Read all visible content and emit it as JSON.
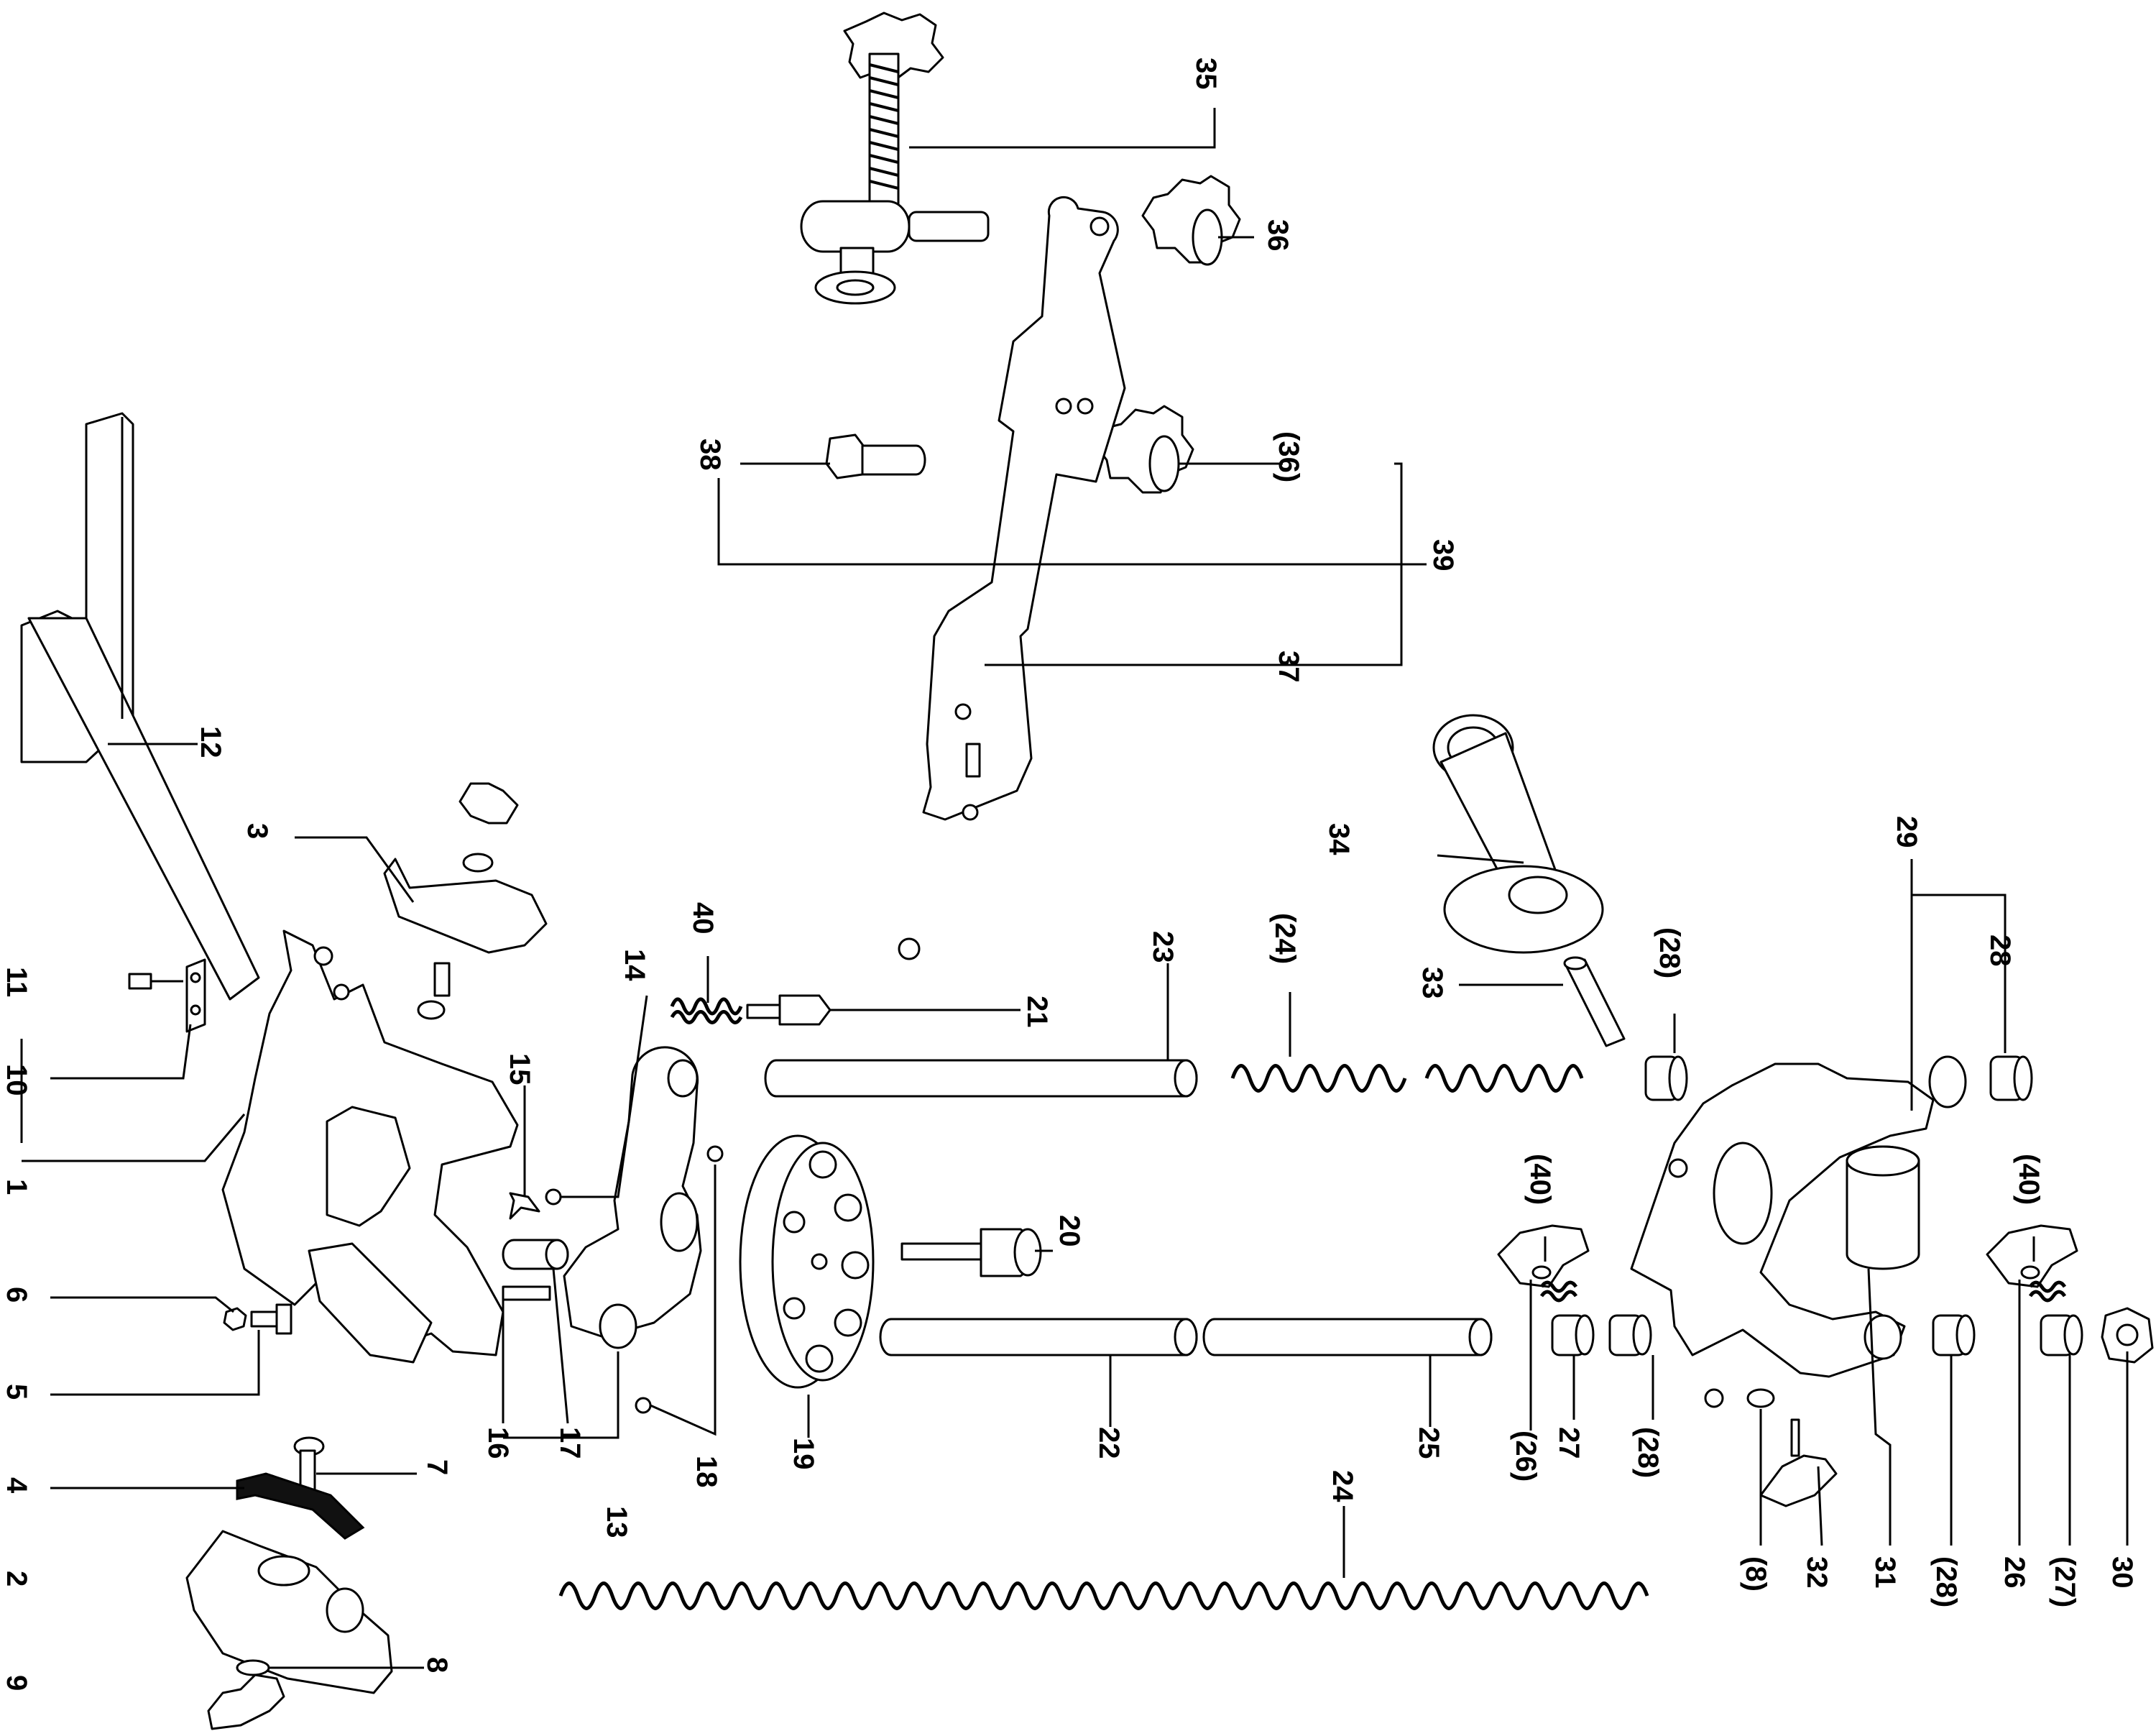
{
  "callouts": {
    "c1": "1",
    "c2": "2",
    "c3": "3",
    "c4": "4",
    "c5": "5",
    "c6": "6",
    "c7": "7",
    "c8": "8",
    "c8p": "(8)",
    "c9": "9",
    "c10": "10",
    "c11": "11",
    "c12": "12",
    "c13": "13",
    "c14": "14",
    "c15": "15",
    "c16": "16",
    "c17": "17",
    "c18": "18",
    "c19": "19",
    "c20": "20",
    "c21": "21",
    "c22": "22",
    "c23": "23",
    "c24": "24",
    "c24p": "(24)",
    "c25": "25",
    "c26": "26",
    "c26p": "(26)",
    "c27": "27",
    "c27p": "(27)",
    "c28": "28",
    "c28p_a": "(28)",
    "c28p_b": "(28)",
    "c28p_c": "(28)",
    "c29": "29",
    "c30": "30",
    "c31": "31",
    "c32": "32",
    "c33": "33",
    "c34": "34",
    "c35": "35",
    "c36": "36",
    "c36p": "(36)",
    "c37": "37",
    "c38": "38",
    "c39": "39",
    "c40": "40",
    "c40p_a": "(40)",
    "c40p_b": "(40)"
  }
}
